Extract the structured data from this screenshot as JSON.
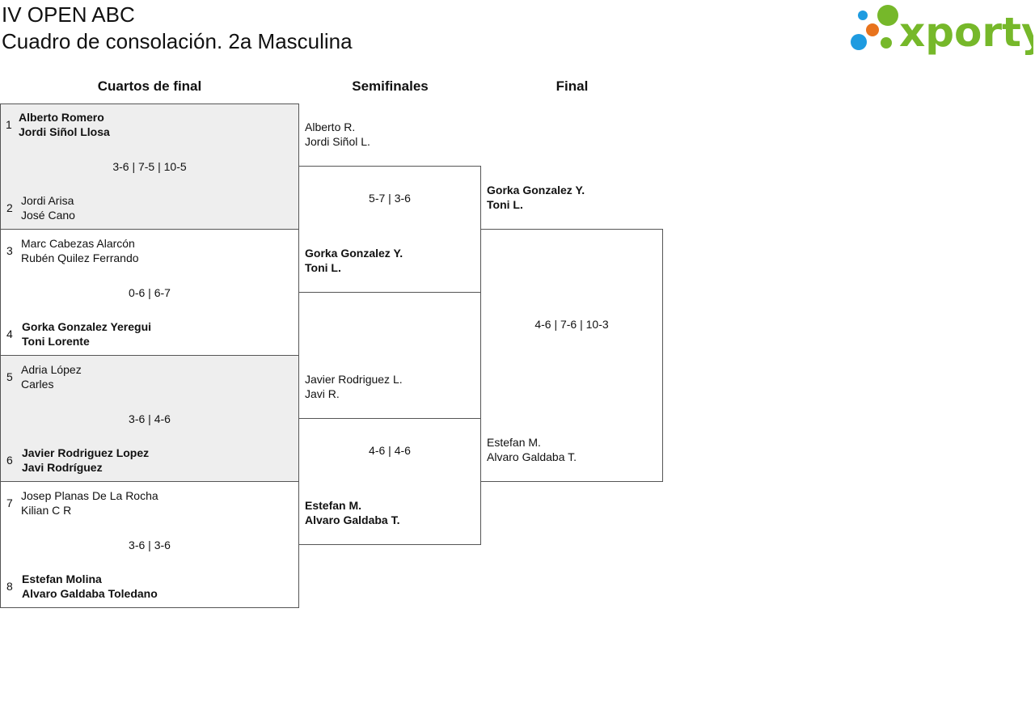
{
  "header": {
    "line1": "IV OPEN ABC",
    "line2": "Cuadro de consolación. 2a Masculina",
    "logo_text": "xporty"
  },
  "colors": {
    "logo_green": "#76B82A",
    "logo_blue": "#1E9BE0",
    "logo_orange": "#E8731D",
    "shaded_row": "#EEEEEE",
    "border": "#555555"
  },
  "rounds": [
    "Cuartos de final",
    "Semifinales",
    "Final"
  ],
  "quarterfinals": [
    {
      "top": {
        "seed": "1",
        "players": [
          "Alberto Romero",
          "Jordi Siñol Llosa"
        ],
        "winner": true
      },
      "bottom": {
        "seed": "2",
        "players": [
          "Jordi Arisa",
          "José Cano"
        ],
        "winner": false
      },
      "score": "3-6 | 7-5 | 10-5"
    },
    {
      "top": {
        "seed": "3",
        "players": [
          "Marc Cabezas Alarcón",
          "Rubén Quilez Ferrando"
        ],
        "winner": false
      },
      "bottom": {
        "seed": "4",
        "players": [
          "Gorka Gonzalez Yeregui",
          "Toni Lorente"
        ],
        "winner": true
      },
      "score": "0-6 | 6-7"
    },
    {
      "top": {
        "seed": "5",
        "players": [
          "Adria López",
          "Carles"
        ],
        "winner": false
      },
      "bottom": {
        "seed": "6",
        "players": [
          "Javier Rodriguez Lopez",
          "Javi Rodríguez"
        ],
        "winner": true
      },
      "score": "3-6 | 4-6"
    },
    {
      "top": {
        "seed": "7",
        "players": [
          "Josep Planas De La Rocha",
          "Kilian C R"
        ],
        "winner": false
      },
      "bottom": {
        "seed": "8",
        "players": [
          "Estefan Molina",
          "Alvaro Galdaba Toledano"
        ],
        "winner": true
      },
      "score": "3-6 | 3-6"
    }
  ],
  "semifinals": [
    {
      "top": {
        "players": [
          "Alberto R.",
          "Jordi Siñol L."
        ],
        "winner": false
      },
      "bottom": {
        "players": [
          "Gorka Gonzalez Y.",
          "Toni L."
        ],
        "winner": true
      },
      "score": "5-7 | 3-6"
    },
    {
      "top": {
        "players": [
          "Javier Rodriguez L.",
          "Javi R."
        ],
        "winner": false
      },
      "bottom": {
        "players": [
          "Estefan M.",
          "Alvaro Galdaba T."
        ],
        "winner": true
      },
      "score": "4-6 | 4-6"
    }
  ],
  "final": {
    "top": {
      "players": [
        "Gorka Gonzalez Y.",
        "Toni L."
      ],
      "winner": true
    },
    "bottom": {
      "players": [
        "Estefan M.",
        "Alvaro Galdaba T."
      ],
      "winner": false
    },
    "score": "4-6 | 7-6 | 10-3"
  }
}
